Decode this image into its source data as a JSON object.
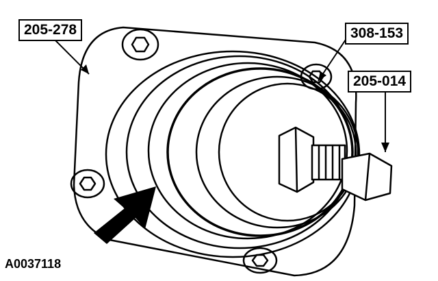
{
  "callouts": {
    "tool_205_278": "205-278",
    "tool_308_153": "308-153",
    "tool_205_014": "205-014"
  },
  "figure_id": "A0037118",
  "colors": {
    "line": "#000000",
    "background": "#ffffff"
  }
}
